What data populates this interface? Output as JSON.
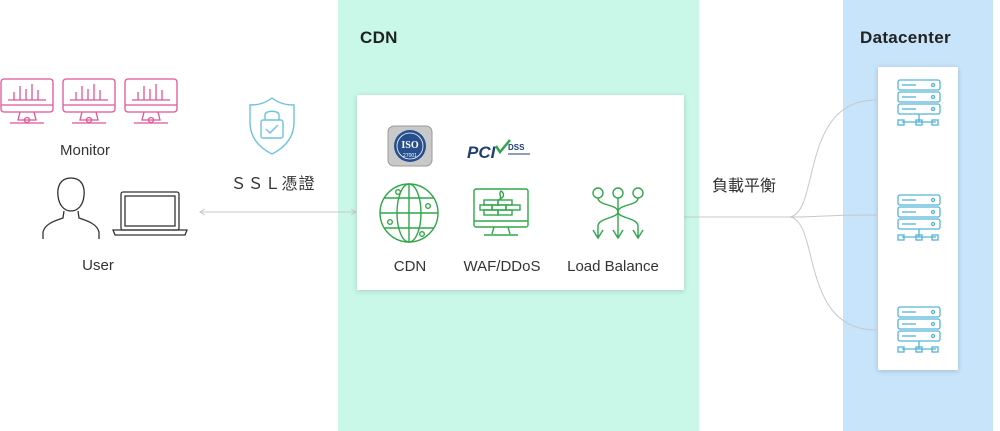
{
  "colors": {
    "cdn_zone": "#c9f8e8",
    "datacenter_zone": "#c7e4fb",
    "monitor_pink": "#e0559a",
    "ssl_blue": "#6cc3df",
    "cdn_green": "#2fa74a",
    "server_blue": "#53b3d8",
    "connector_gray": "#c8c8c8"
  },
  "zones": {
    "cdn_title": "CDN",
    "datacenter_title": "Datacenter"
  },
  "client": {
    "monitor_label": "Monitor",
    "user_label": "User"
  },
  "ssl": {
    "label": "ＳＳＬ憑證"
  },
  "cdn": {
    "cert_iso_text": "ISO",
    "cert_iso_sub": "27001",
    "cert_pci_text": "PCI",
    "cert_dss_text": "DSS",
    "services": [
      {
        "label": "CDN",
        "icon": "globe-icon"
      },
      {
        "label": "WAF/DDoS",
        "icon": "firewall-icon"
      },
      {
        "label": "Load Balance",
        "icon": "load-balance-icon"
      }
    ]
  },
  "load_balancing": {
    "label": "負載平衡"
  },
  "datacenter": {
    "server_count": 3
  }
}
